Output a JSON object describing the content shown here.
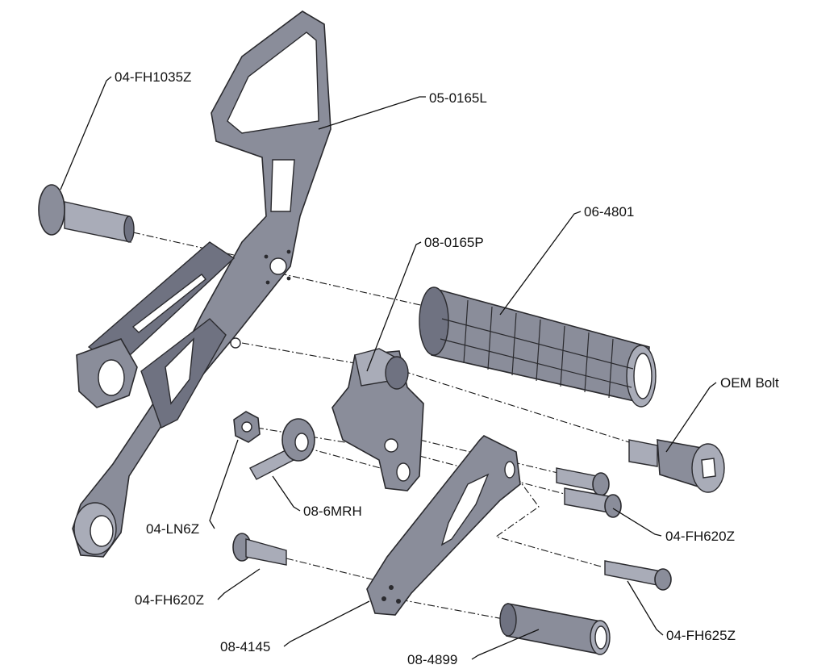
{
  "labels": {
    "fh1035z": "04-FH1035Z",
    "bracket": "05-0165L",
    "grip": "06-4801",
    "pivot": "08-0165P",
    "oem_bolt": "OEM Bolt",
    "fh620z_right": "04-FH620Z",
    "ln6z": "04-LN6Z",
    "mrh": "08-6MRH",
    "fh620z_left": "04-FH620Z",
    "fh625z": "04-FH625Z",
    "arm": "08-4145",
    "spacer": "08-4899"
  }
}
